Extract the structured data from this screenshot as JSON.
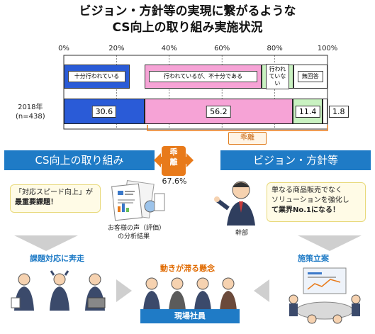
{
  "title_line1": "ビジョン・方針等の実現に繋がるような",
  "title_line2": "CS向上の取り組み実施状況",
  "axis_ticks": [
    "0%",
    "20%",
    "40%",
    "60%",
    "80%",
    "100%"
  ],
  "legend": [
    {
      "label": "十分行われている",
      "color": "#2a5bd7"
    },
    {
      "label": "行われているが、不十分である",
      "color": "#f6a3d6"
    },
    {
      "label": "行われていない",
      "color": "#c9f2c1"
    },
    {
      "label": "無回答",
      "color": "#ffffff"
    }
  ],
  "bar_row_label_year": "2018年",
  "bar_row_label_n": "(n=438)",
  "chart_data": {
    "type": "bar",
    "orientation": "horizontal",
    "stacked": true,
    "title": "ビジョン・方針等の実現に繋がるような CS向上の取り組み実施状況",
    "categories": [
      "2018年 (n=438)"
    ],
    "xlim": [
      0,
      100
    ],
    "x_ticks": [
      "0%",
      "20%",
      "40%",
      "60%",
      "80%",
      "100%"
    ],
    "series": [
      {
        "name": "十分行われている",
        "values": [
          30.6
        ],
        "color": "#2a5bd7"
      },
      {
        "name": "行われているが、不十分である",
        "values": [
          56.2
        ],
        "color": "#f6a3d6"
      },
      {
        "name": "行われていない",
        "values": [
          11.4
        ],
        "color": "#c9f2c1"
      },
      {
        "name": "無回答",
        "values": [
          1.8
        ],
        "color": "#ffffff"
      }
    ],
    "legend_position": "top"
  },
  "kairi_small": "乖離",
  "banner_left": "CS向上の取り組み",
  "banner_right": "ビジョン・方針等",
  "kairi_big_1": "乖",
  "kairi_big_2": "離",
  "kairi_pct": "67.6%",
  "bubble_left_1": "「対応スピード向上」が",
  "bubble_left_2": "最重要課題！",
  "customer_label_1": "お客様の声（評価）",
  "customer_label_2": "の分析結果",
  "bubble_right_1": "単なる商品販売でなく",
  "bubble_right_2": "ソリューションを強化し",
  "bubble_right_3": "て業界No.1になる！",
  "executive_label": "幹部",
  "sec_left": "課題対応に奔走",
  "sec_center": "動きが滞る懸念",
  "sec_right": "施策立案",
  "field_staff": "現場社員",
  "colors": {
    "blue": "#1f7bc6",
    "orange": "#e87a1a"
  }
}
